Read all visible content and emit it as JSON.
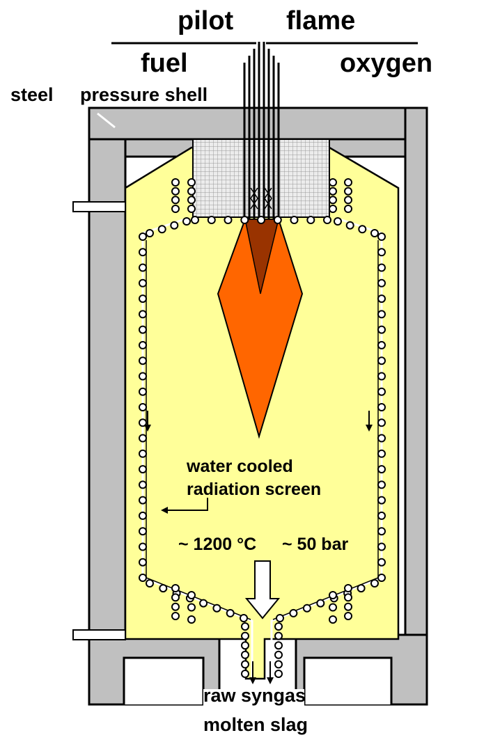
{
  "labels": {
    "pilot": "pilot",
    "flame": "flame",
    "fuel": "fuel",
    "oxygen": "oxygen",
    "steel": "steel",
    "pressure_shell": "pressure shell",
    "water_cooled": "water cooled",
    "radiation_screen": "radiation screen",
    "temperature": "~ 1200 °C",
    "pressure": "~ 50 bar",
    "raw_syngas": "raw syngas",
    "molten_slag": "molten slag"
  },
  "colors": {
    "shell": "#c0c0c0",
    "chamber": "#ffff99",
    "flame_outer": "#ff6600",
    "flame_inner": "#993300",
    "burner_block": "#e6e6e6",
    "outline": "#000000"
  }
}
